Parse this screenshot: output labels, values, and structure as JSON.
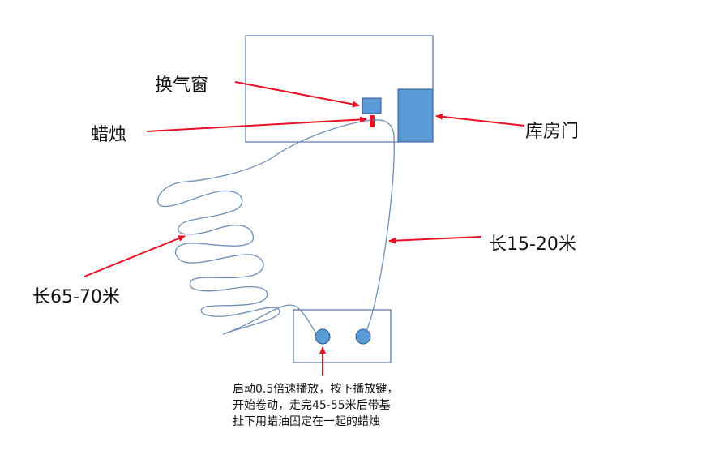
{
  "labels": {
    "vent_window": "换气窗",
    "candle": "蜡烛",
    "warehouse_door": "库房门",
    "tape_long": "长65-70米",
    "tape_short": "长15-20米"
  },
  "note": {
    "lines": [
      "启动0.5倍速播放，按下播放键，",
      "开始卷动，走完45-55米后带基",
      "扯下用蜡油固定在一起的蜡烛"
    ]
  },
  "colors": {
    "box_stroke": "#2f5597",
    "fill_blue": "#5b9bd5",
    "arrow_red": "#e81123",
    "candle_red": "#e81123",
    "tape_line": "#6f8fb6"
  }
}
